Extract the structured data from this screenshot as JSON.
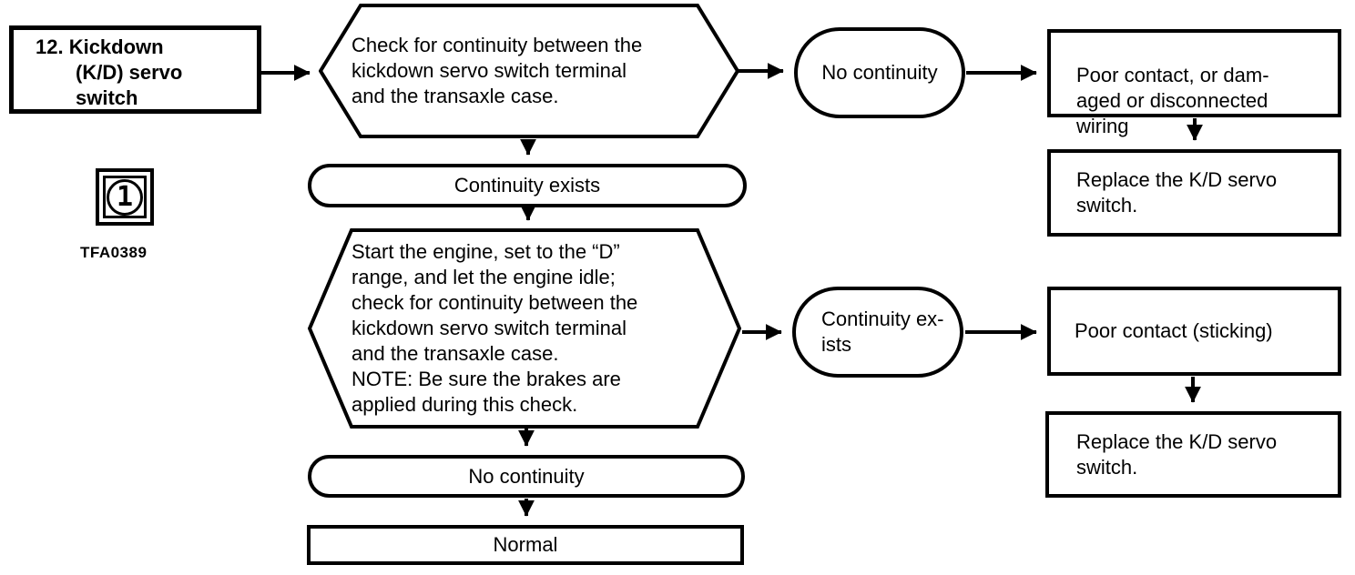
{
  "diagram": {
    "title_code": "TFA0389",
    "ink_color": "#000000",
    "background_color": "#ffffff",
    "start_box": {
      "text": "12. Kickdown\n(K/D) servo\nswitch"
    },
    "figure_ref": {
      "number": "1",
      "code": "TFA0389"
    },
    "steps": {
      "check1": "Check for continuity between the\nkickdown servo switch terminal\nand the transaxle case.",
      "check2": "Start the engine, set to the “D”\nrange, and let the engine idle;\ncheck for continuity between the\nkickdown servo switch terminal\nand the transaxle case.\nNOTE: Be sure the brakes are\napplied during this check."
    },
    "results": {
      "no_continuity_1": "No continuity",
      "continuity_exists_1": "Continuity exists",
      "continuity_exists_2": "Continuity ex-\nists",
      "no_continuity_2": "No continuity"
    },
    "outcomes": {
      "poor_contact_wiring": "Poor contact, or dam-\naged or disconnected\nwiring",
      "replace_switch_1": "Replace the K/D servo\nswitch.",
      "poor_contact_sticking": "Poor contact (sticking)",
      "replace_switch_2": "Replace the K/D servo\nswitch.",
      "normal": "Normal"
    }
  }
}
